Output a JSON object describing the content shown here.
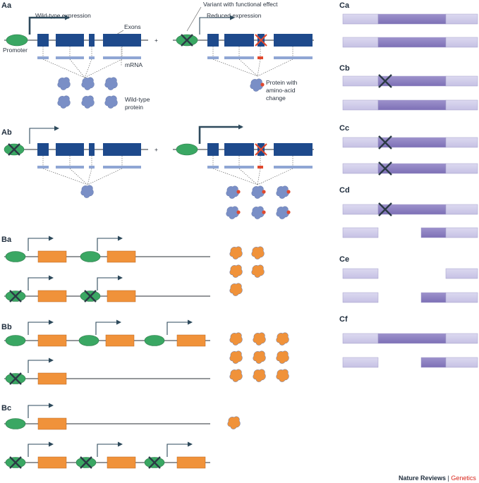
{
  "panels": {
    "Aa": "Aa",
    "Ab": "Ab",
    "Ba": "Ba",
    "Bb": "Bb",
    "Bc": "Bc",
    "Ca": "Ca",
    "Cb": "Cb",
    "Cc": "Cc",
    "Cd": "Cd",
    "Ce": "Ce",
    "Cf": "Cf"
  },
  "labels": {
    "wild_type_expression": "Wild-type expression",
    "exons": "Exons",
    "promoter": "Promoter",
    "mrna": "mRNA",
    "wild_type_protein_1": "Wild-type",
    "wild_type_protein_2": "protein",
    "variant_functional": "Variant with functional effect",
    "reduced_expression": "Reduced expression",
    "protein_change_1": "Protein with",
    "protein_change_2": "amino-acid",
    "protein_change_3": "change",
    "plus": "+"
  },
  "footer": {
    "journal": "Nature Reviews",
    "separator": " | ",
    "section": "Genetics"
  },
  "colors": {
    "exon": "#1e4a8c",
    "mrna": "#8fa6d4",
    "protein": "#7a8fc6",
    "mutant_site": "#e0492e",
    "promoter": "#3aa763",
    "gene_orange": "#f0923a",
    "arrow": "#2e4a5c",
    "chrom_light": "#cfcbe8",
    "chrom_dark": "#8b7fc0",
    "genetics_red": "#d9261c"
  }
}
